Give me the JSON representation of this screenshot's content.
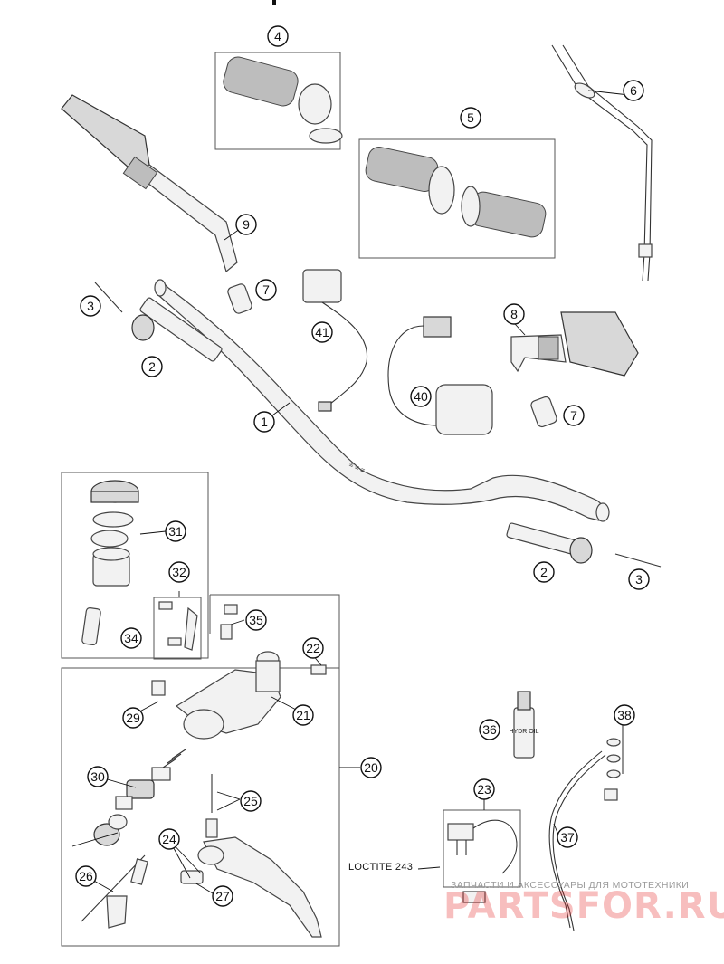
{
  "diagram": {
    "callouts": [
      "1",
      "2",
      "2",
      "3",
      "3",
      "4",
      "5",
      "6",
      "7",
      "7",
      "8",
      "9",
      "20",
      "21",
      "22",
      "23",
      "24",
      "25",
      "26",
      "27",
      "29",
      "30",
      "31",
      "32",
      "34",
      "35",
      "36",
      "37",
      "38",
      "40",
      "41"
    ],
    "bottle_label": "HYDR OIL"
  },
  "labels": {
    "loctite": "LOCTITE 243"
  },
  "watermark": {
    "tagline": "ЗАПЧАСТИ И АКСЕССУАРЫ ДЛЯ МОТОТЕХНИКИ",
    "logo": "PARTSFOR.RU"
  }
}
